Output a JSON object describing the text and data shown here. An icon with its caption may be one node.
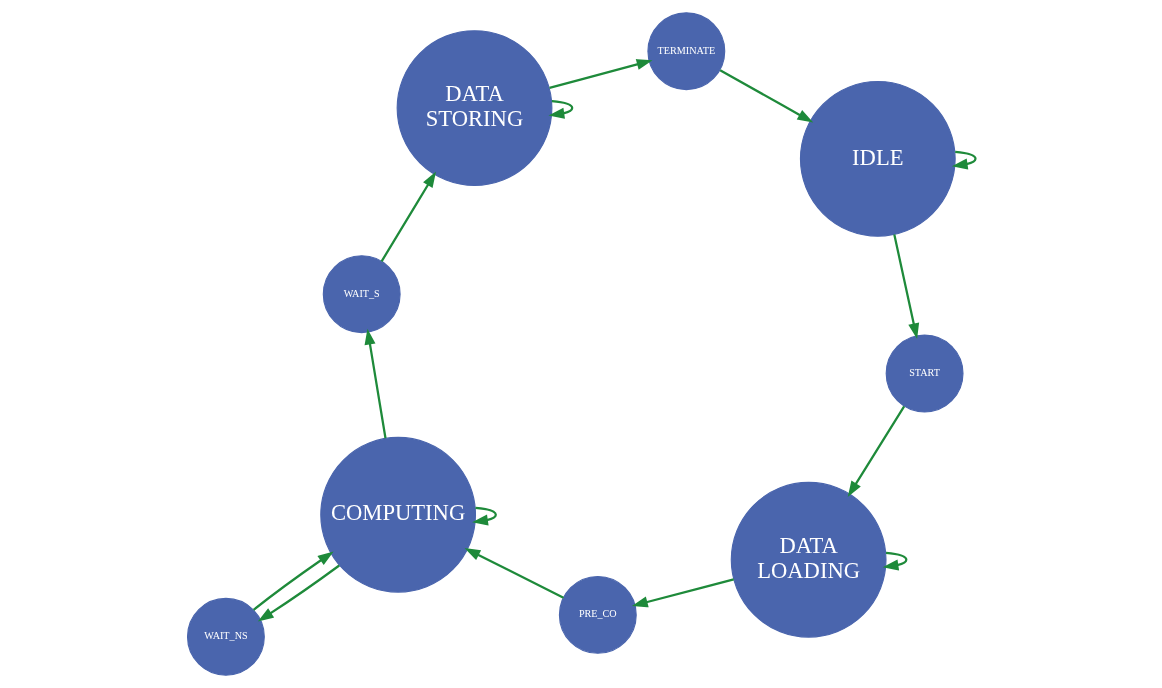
{
  "diagram": {
    "nodes": [
      {
        "text": [
          "IDLE"
        ]
      },
      {
        "text": [
          "START"
        ]
      },
      {
        "text": [
          "DATA LOADING"
        ]
      },
      {
        "text": [
          "PRE_CO"
        ]
      },
      {
        "text": [
          "WAIT_NS"
        ]
      },
      {
        "text": [
          "COMPUTING"
        ]
      },
      {
        "text": [
          "TERMINATE"
        ]
      },
      {
        "text": [
          "DATA STORING"
        ]
      },
      {
        "text": [
          "WAIT_S"
        ]
      }
    ],
    "edges": [
      {
        "from": 0,
        "to": 0,
        "arrow": "to"
      },
      {
        "from": 0,
        "to": 1,
        "arrow": "to"
      },
      {
        "from": 1,
        "to": 2,
        "arrow": "to"
      },
      {
        "from": 2,
        "to": 2,
        "arrow": "to"
      },
      {
        "from": 2,
        "to": 3,
        "arrow": "to"
      },
      {
        "from": 3,
        "to": 5,
        "arrow": "to"
      },
      {
        "from": 5,
        "to": 5,
        "arrow": "to"
      },
      {
        "from": 4,
        "to": 5,
        "arrow": "to"
      },
      {
        "from": 5,
        "to": 4,
        "arrow": "to"
      },
      {
        "from": 5,
        "to": 8,
        "arrow": "to"
      },
      {
        "from": 8,
        "to": 7,
        "arrow": "to"
      },
      {
        "from": 7,
        "to": 7,
        "arrow": "to"
      },
      {
        "from": 7,
        "to": 6,
        "arrow": "to"
      },
      {
        "from": 6,
        "to": 0,
        "arrow": "to"
      }
    ]
  }
}
